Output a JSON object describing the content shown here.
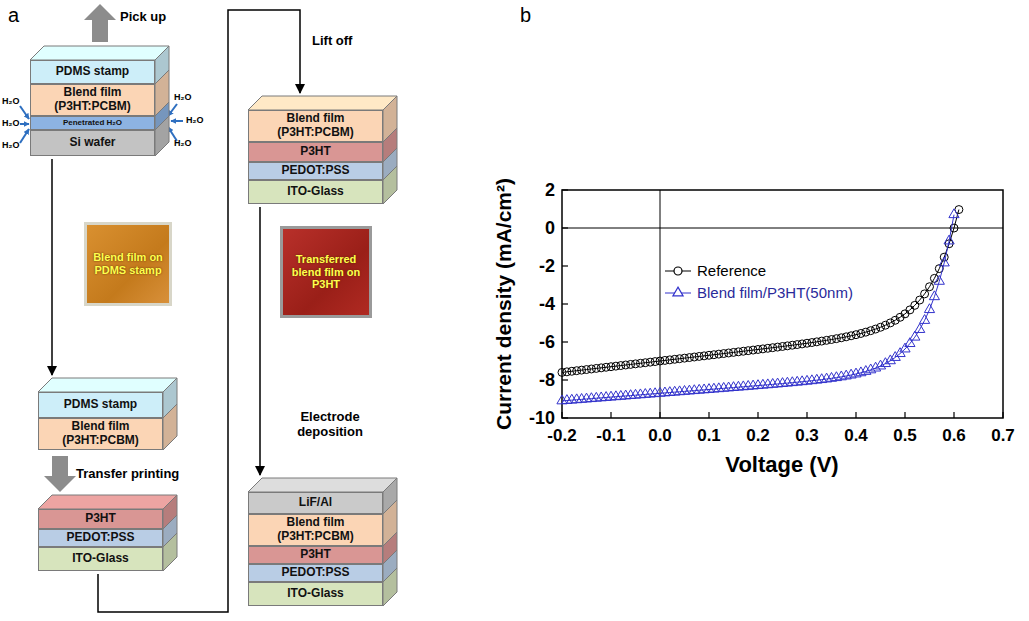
{
  "diagram": {
    "nodes": [
      {
        "text": [
          "PDMS stamp"
        ]
      },
      {
        "text": [
          "Blend film (P3HT:PCBM)"
        ]
      },
      {
        "text": [
          "Penetrated H₂O"
        ]
      },
      {
        "text": [
          "Si wafer"
        ]
      },
      {
        "text": [
          "Blend film on PDMS stamp"
        ]
      },
      {
        "text": [
          "PDMS stamp"
        ]
      },
      {
        "text": [
          "Blend film (P3HT:PCBM)"
        ]
      },
      {
        "text": [
          "P3HT"
        ]
      },
      {
        "text": [
          "PEDOT:PSS"
        ]
      },
      {
        "text": [
          "ITO-Glass"
        ]
      },
      {
        "text": [
          "Blend film (P3HT:PCBM)"
        ]
      },
      {
        "text": [
          "P3HT"
        ]
      },
      {
        "text": [
          "PEDOT:PSS"
        ]
      },
      {
        "text": [
          "ITO-Glass"
        ]
      },
      {
        "text": [
          "Transferred blend film on P3HT"
        ]
      },
      {
        "text": [
          "LiF/Al"
        ]
      },
      {
        "text": [
          "Blend film (P3HT:PCBM)"
        ]
      },
      {
        "text": [
          "P3HT"
        ]
      },
      {
        "text": [
          "PEDOT:PSS"
        ]
      },
      {
        "text": [
          "ITO-Glass"
        ]
      }
    ],
    "edges": [
      {
        "from": 3,
        "to": 5,
        "arrow": "to"
      },
      {
        "from": 9,
        "to": 10,
        "arrow": "to"
      },
      {
        "from": 13,
        "to": 15,
        "arrow": "to"
      }
    ],
    "labels": [
      "a",
      "Pick up",
      "H₂O",
      "H₂O",
      "H₂O",
      "H₂O",
      "H₂O",
      "H₂O",
      "Transfer printing",
      "Lift off",
      "Electrode deposition",
      "b",
      "2",
      "0",
      "-2",
      "-4",
      "-6",
      "-8",
      "-10",
      "-0.2",
      "-0.1",
      "0.0",
      "0.1",
      "0.2",
      "0.3",
      "0.4",
      "0.5",
      "0.6",
      "0.7",
      "Current density (mA/cm²)",
      "Voltage (V)"
    ],
    "legend": [
      {
        "text": "Reference"
      },
      {
        "text": "Blend film/P3HT(50nm)"
      }
    ]
  }
}
